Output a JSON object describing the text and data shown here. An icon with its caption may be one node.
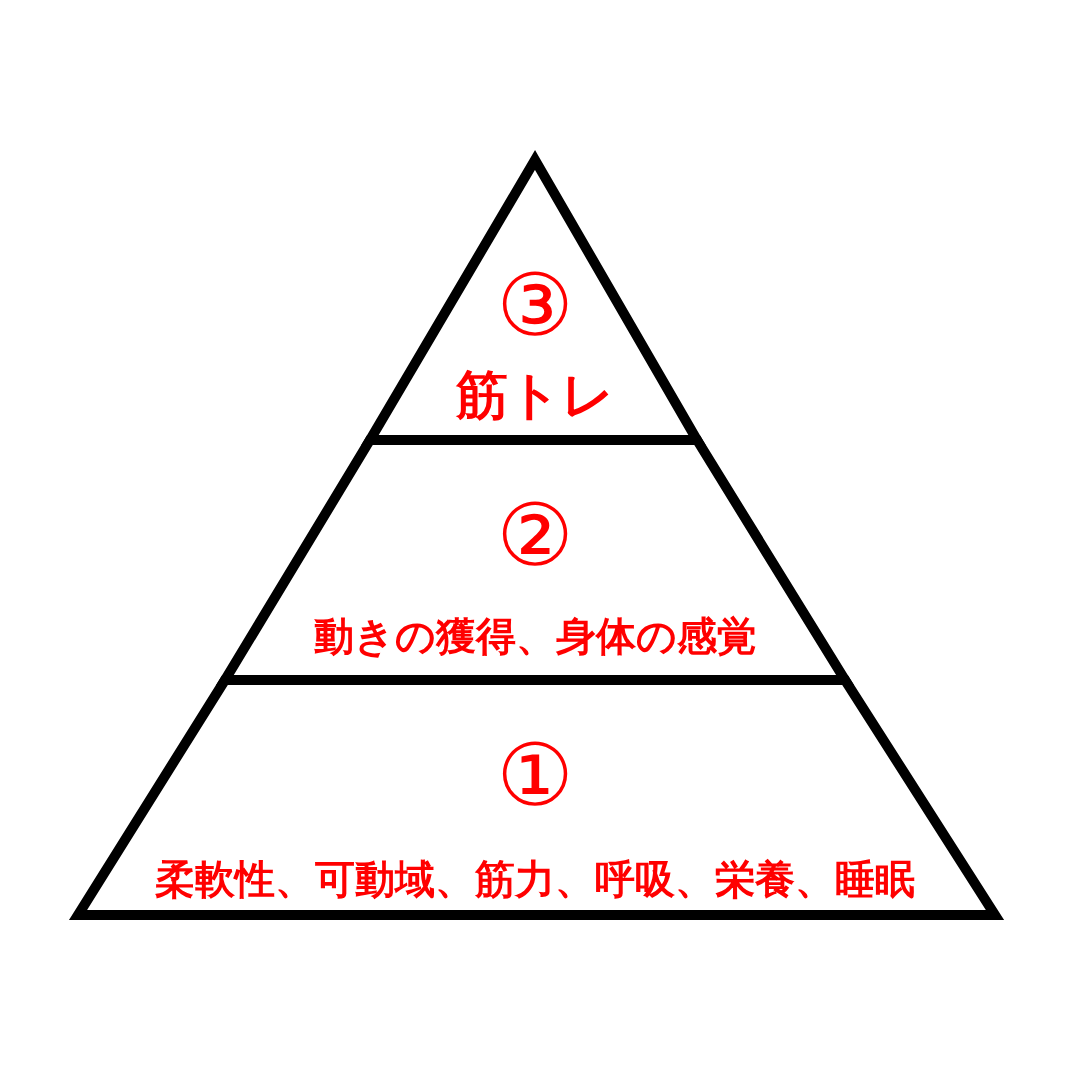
{
  "diagram": {
    "nodes": [
      {
        "text": [
          "③",
          "筋トレ"
        ]
      },
      {
        "text": [
          "②",
          "動きの獲得、身体の感覚"
        ]
      },
      {
        "text": [
          "①",
          "柔軟性、可動域、筋力、呼吸、栄養、睡眠"
        ]
      }
    ]
  }
}
